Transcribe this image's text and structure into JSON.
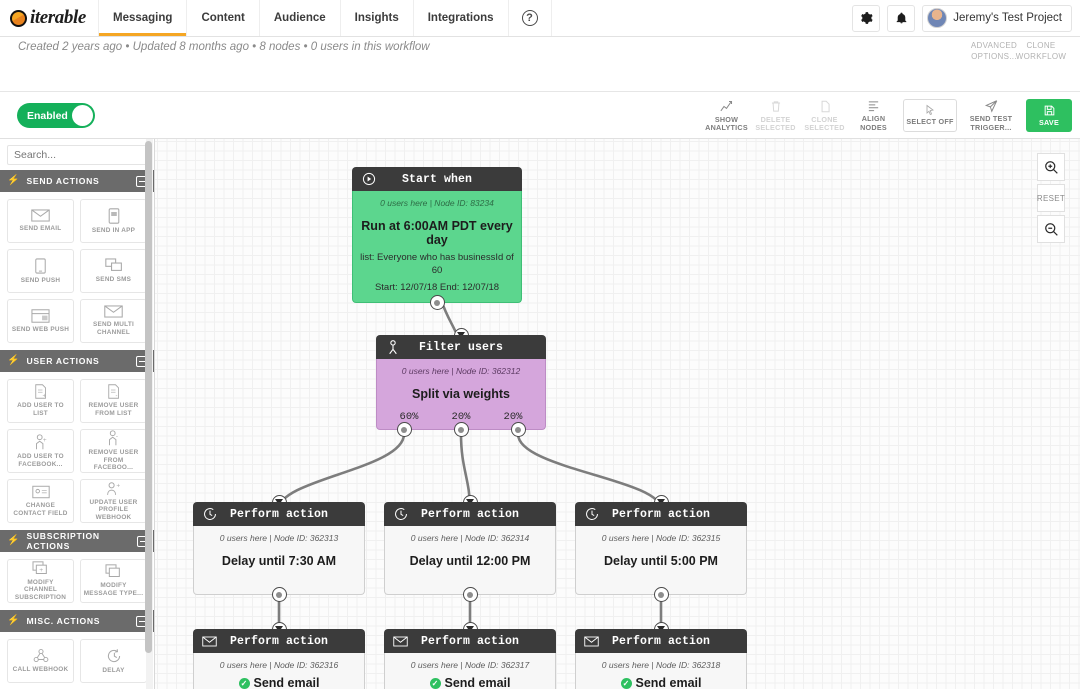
{
  "nav": {
    "brand": "iterable",
    "tabs": [
      {
        "label": "Messaging",
        "active": true
      },
      {
        "label": "Content",
        "active": false
      },
      {
        "label": "Audience",
        "active": false
      },
      {
        "label": "Insights",
        "active": false
      },
      {
        "label": "Integrations",
        "active": false
      }
    ],
    "help_glyph": "?",
    "settings_icon": "gear-icon",
    "notifications_icon": "bell-icon",
    "account_name": "Jeremy's Test Project"
  },
  "subheader": {
    "meta": "Created 2 years ago • Updated 8 months ago • 8 nodes • 0 users in this workflow",
    "advanced_options": "ADVANCED OPTIONS...",
    "clone_workflow": "CLONE WORKFLOW"
  },
  "toolbar": {
    "toggle_label": "Enabled",
    "toggle_on": true,
    "items": [
      {
        "label": "SHOW ANALYTICS",
        "icon": "analytics-chart-icon",
        "disabled": false,
        "boxed": false
      },
      {
        "label": "DELETE SELECTED",
        "icon": "trash-icon",
        "disabled": true,
        "boxed": false
      },
      {
        "label": "CLONE SELECTED",
        "icon": "copy-icon",
        "disabled": true,
        "boxed": false
      },
      {
        "label": "ALIGN NODES",
        "icon": "align-lines-icon",
        "disabled": false,
        "boxed": false
      },
      {
        "label": "SELECT OFF",
        "icon": "cursor-arrow-icon",
        "disabled": false,
        "boxed": true
      },
      {
        "label": "SEND TEST TRIGGER...",
        "icon": "paper-plane-icon",
        "disabled": false,
        "boxed": false
      },
      {
        "label": "SAVE",
        "icon": "floppy-disk-icon",
        "disabled": false,
        "boxed": false,
        "primary": true
      }
    ],
    "accent_green": "#2ec060"
  },
  "palette": {
    "search_placeholder": "Search...",
    "groups": [
      {
        "title": "SEND ACTIONS",
        "cards": [
          {
            "label": "SEND EMAIL",
            "icon": "envelope-icon"
          },
          {
            "label": "SEND IN APP",
            "icon": "mobile-app-icon"
          },
          {
            "label": "SEND PUSH",
            "icon": "phone-push-icon"
          },
          {
            "label": "SEND SMS",
            "icon": "chat-bubbles-icon"
          },
          {
            "label": "SEND WEB PUSH",
            "icon": "browser-window-icon"
          },
          {
            "label": "SEND MULTI CHANNEL",
            "icon": "envelope-icon"
          }
        ]
      },
      {
        "title": "USER ACTIONS",
        "cards": [
          {
            "label": "ADD USER TO LIST",
            "icon": "list-add-icon"
          },
          {
            "label": "REMOVE USER FROM LIST",
            "icon": "list-remove-icon"
          },
          {
            "label": "ADD USER TO FACEBOOK...",
            "icon": "person-add-icon"
          },
          {
            "label": "REMOVE USER FROM FACEBOO...",
            "icon": "person-remove-icon"
          },
          {
            "label": "CHANGE CONTACT FIELD",
            "icon": "contact-card-icon"
          },
          {
            "label": "UPDATE USER PROFILE WEBHOOK",
            "icon": "person-update-icon"
          }
        ]
      },
      {
        "title": "SUBSCRIPTION ACTIONS",
        "cards": [
          {
            "label": "MODIFY CHANNEL SUBSCRIPTION",
            "icon": "layers-add-icon"
          },
          {
            "label": "MODIFY MESSAGE TYPE...",
            "icon": "layers-icon"
          }
        ]
      },
      {
        "title": "MISC. ACTIONS",
        "cards": [
          {
            "label": "CALL WEBHOOK",
            "icon": "webhook-icon"
          },
          {
            "label": "DELAY",
            "icon": "clock-rotate-icon"
          }
        ]
      }
    ]
  },
  "canvas": {
    "zoom_in_label": "zoom-in",
    "reset_label": "RESET",
    "zoom_out_label": "zoom-out"
  },
  "nodes": [
    {
      "id": "start",
      "header": "Start when",
      "header_icon": "play-circle-icon",
      "meta": "0 users here | Node ID: 83234",
      "main": "Run at 6:00AM PDT every day",
      "sub1": "list: Everyone who has businessId of 60",
      "sub2": "Start: 12/07/18 End: 12/07/18",
      "color": "green"
    },
    {
      "id": "filter",
      "header": "Filter users",
      "header_icon": "person-icon",
      "meta": "0 users here | Node ID: 362312",
      "main": "Split via weights",
      "weights": [
        "60%",
        "20%",
        "20%"
      ],
      "color": "purple"
    },
    {
      "id": "delay1",
      "header": "Perform action",
      "header_icon": "clock-icon",
      "meta": "0 users here | Node ID: 362313",
      "main": "Delay until 7:30 AM",
      "color": "light"
    },
    {
      "id": "delay2",
      "header": "Perform action",
      "header_icon": "clock-icon",
      "meta": "0 users here | Node ID: 362314",
      "main": "Delay until 12:00 PM",
      "color": "light"
    },
    {
      "id": "delay3",
      "header": "Perform action",
      "header_icon": "clock-icon",
      "meta": "0 users here | Node ID: 362315",
      "main": "Delay until 5:00 PM",
      "color": "light"
    },
    {
      "id": "email1",
      "header": "Perform action",
      "header_icon": "envelope-icon",
      "meta": "0 users here | Node ID: 362316",
      "main": "Send email",
      "color": "light"
    },
    {
      "id": "email2",
      "header": "Perform action",
      "header_icon": "envelope-icon",
      "meta": "0 users here | Node ID: 362317",
      "main": "Send email",
      "color": "light"
    },
    {
      "id": "email3",
      "header": "Perform action",
      "header_icon": "envelope-icon",
      "meta": "0 users here | Node ID: 362318",
      "main": "Send email",
      "color": "light"
    }
  ]
}
